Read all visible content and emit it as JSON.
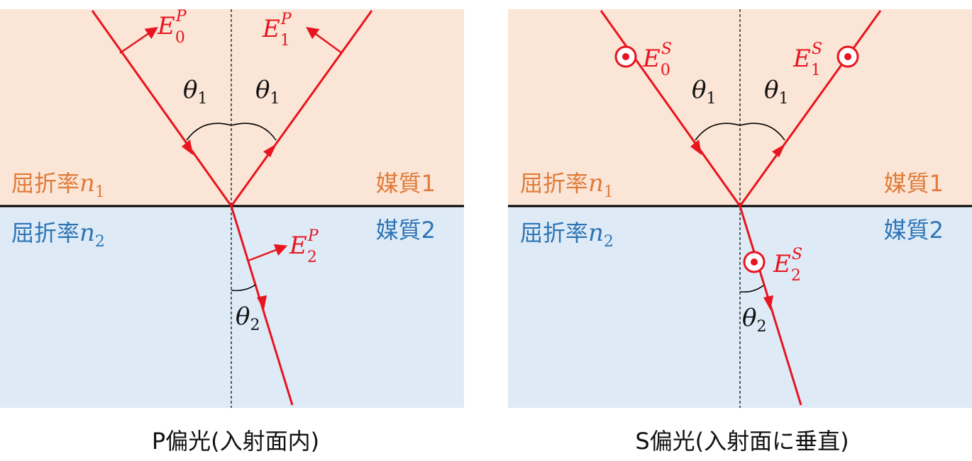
{
  "panels": [
    {
      "id": "p",
      "caption": "P偏光(入射面内)",
      "top_medium_label": "媒質1",
      "bottom_medium_label": "媒質2",
      "top_index_prefix": "屈折率",
      "top_index_symbol": "n",
      "top_index_sub": "1",
      "bottom_index_prefix": "屈折率",
      "bottom_index_symbol": "n",
      "bottom_index_sub": "2",
      "angle_symbol": "θ",
      "angle_in_sub": "1",
      "angle_refl_sub": "1",
      "angle_refr_sub": "2",
      "field_symbol": "E",
      "field_incident_sub": "0",
      "field_reflected_sub": "1",
      "field_refracted_sub": "2",
      "field_sup": "P"
    },
    {
      "id": "s",
      "caption": "S偏光(入射面に垂直)",
      "top_medium_label": "媒質1",
      "bottom_medium_label": "媒質2",
      "top_index_prefix": "屈折率",
      "top_index_symbol": "n",
      "top_index_sub": "1",
      "bottom_index_prefix": "屈折率",
      "bottom_index_symbol": "n",
      "bottom_index_sub": "2",
      "angle_symbol": "θ",
      "angle_in_sub": "1",
      "angle_refl_sub": "1",
      "angle_refr_sub": "2",
      "field_symbol": "E",
      "field_incident_sub": "0",
      "field_reflected_sub": "1",
      "field_refracted_sub": "2",
      "field_sup": "S"
    }
  ],
  "colors": {
    "medium1_fill": "#fbe5d6",
    "medium2_fill": "#deebf7",
    "ray": "#e8141e",
    "medium1_text": "#e07b39",
    "medium2_text": "#2e74b5",
    "interface": "#000000"
  }
}
